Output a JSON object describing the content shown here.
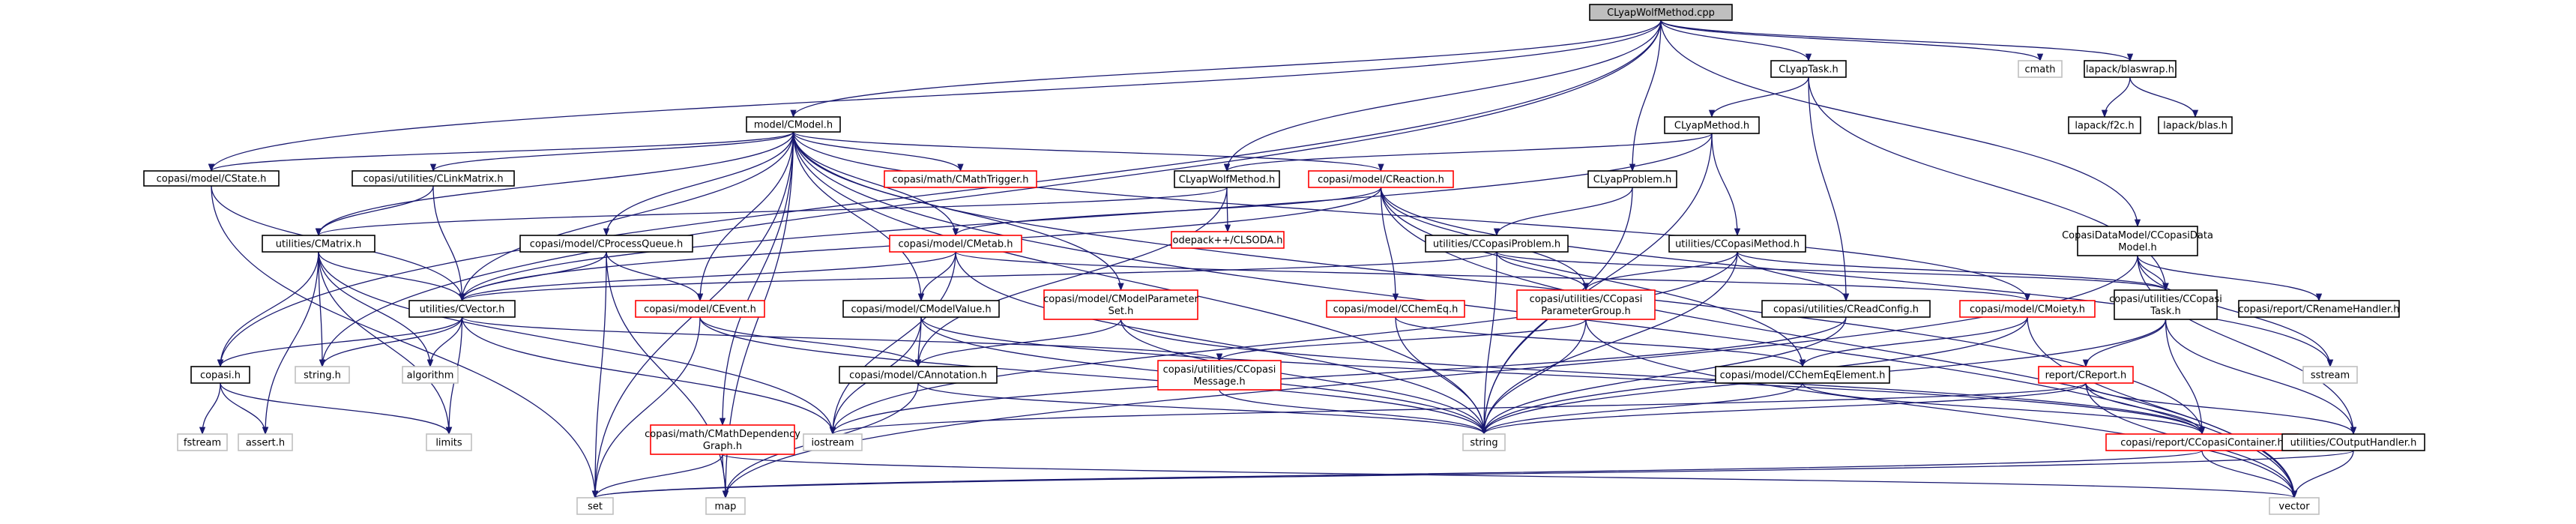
{
  "diagram": {
    "colors": {
      "edge": "#191970",
      "root_fill": "#bfbfbf",
      "doc_border": "#000000",
      "missing_border": "#ff0000",
      "system_border": "#bfbfbf",
      "system_text": "#7f7f7f"
    },
    "nodes": [
      {
        "id": "root",
        "lines": [
          "CLyapWolfMethod.cpp"
        ],
        "kind": "root"
      },
      {
        "id": "cmodel",
        "lines": [
          "model/CModel.h"
        ],
        "kind": "doc"
      },
      {
        "id": "clyaptask",
        "lines": [
          "CLyapTask.h"
        ],
        "kind": "doc"
      },
      {
        "id": "cmath",
        "lines": [
          "cmath"
        ],
        "kind": "system"
      },
      {
        "id": "blaswrap",
        "lines": [
          "lapack/blaswrap.h"
        ],
        "kind": "doc"
      },
      {
        "id": "clyapmethod",
        "lines": [
          "CLyapMethod.h"
        ],
        "kind": "doc"
      },
      {
        "id": "f2c",
        "lines": [
          "lapack/f2c.h"
        ],
        "kind": "doc"
      },
      {
        "id": "blas",
        "lines": [
          "lapack/blas.h"
        ],
        "kind": "doc"
      },
      {
        "id": "cstate",
        "lines": [
          "copasi/model/CState.h"
        ],
        "kind": "doc"
      },
      {
        "id": "clinkmatrix",
        "lines": [
          "copasi/utilities/CLinkMatrix.h"
        ],
        "kind": "doc"
      },
      {
        "id": "cmathtrigger",
        "lines": [
          "copasi/math/CMathTrigger.h"
        ],
        "kind": "missing"
      },
      {
        "id": "clyapwolf",
        "lines": [
          "CLyapWolfMethod.h"
        ],
        "kind": "doc"
      },
      {
        "id": "creaction",
        "lines": [
          "copasi/model/CReaction.h"
        ],
        "kind": "missing"
      },
      {
        "id": "clyapproblem",
        "lines": [
          "CLyapProblem.h"
        ],
        "kind": "doc"
      },
      {
        "id": "cmatrix",
        "lines": [
          "utilities/CMatrix.h"
        ],
        "kind": "doc"
      },
      {
        "id": "cprocessqueue",
        "lines": [
          "copasi/model/CProcessQueue.h"
        ],
        "kind": "doc"
      },
      {
        "id": "clsoda",
        "lines": [
          "odepack++/CLSODA.h"
        ],
        "kind": "missing"
      },
      {
        "id": "cmetab",
        "lines": [
          "copasi/model/CMetab.h"
        ],
        "kind": "missing"
      },
      {
        "id": "ccopasiproblem",
        "lines": [
          "utilities/CCopasiProblem.h"
        ],
        "kind": "doc"
      },
      {
        "id": "ccopasimethod",
        "lines": [
          "utilities/CCopasiMethod.h"
        ],
        "kind": "doc"
      },
      {
        "id": "copasidatamodel",
        "lines": [
          "CopasiDataModel/CCopasiData",
          "Model.h"
        ],
        "kind": "doc"
      },
      {
        "id": "cvector",
        "lines": [
          "utilities/CVector.h"
        ],
        "kind": "doc"
      },
      {
        "id": "cevent",
        "lines": [
          "copasi/model/CEvent.h"
        ],
        "kind": "missing"
      },
      {
        "id": "cmodelvalue",
        "lines": [
          "copasi/model/CModelValue.h"
        ],
        "kind": "doc"
      },
      {
        "id": "cmodelparamset",
        "lines": [
          "copasi/model/CModelParameter",
          "Set.h"
        ],
        "kind": "missing"
      },
      {
        "id": "cchemeq",
        "lines": [
          "copasi/model/CChemEq.h"
        ],
        "kind": "missing"
      },
      {
        "id": "ccopasiparamgroup",
        "lines": [
          "copasi/utilities/CCopasi",
          "ParameterGroup.h"
        ],
        "kind": "missing"
      },
      {
        "id": "creadconfig",
        "lines": [
          "copasi/utilities/CReadConfig.h"
        ],
        "kind": "doc"
      },
      {
        "id": "cmoiety",
        "lines": [
          "copasi/model/CMoiety.h"
        ],
        "kind": "missing"
      },
      {
        "id": "ccopasitask",
        "lines": [
          "copasi/utilities/CCopasi",
          "Task.h"
        ],
        "kind": "doc"
      },
      {
        "id": "crenamehandler",
        "lines": [
          "copasi/report/CRenameHandler.h"
        ],
        "kind": "doc"
      },
      {
        "id": "copasih",
        "lines": [
          "copasi.h"
        ],
        "kind": "doc"
      },
      {
        "id": "stringh",
        "lines": [
          "string.h"
        ],
        "kind": "system"
      },
      {
        "id": "algorithm",
        "lines": [
          "algorithm"
        ],
        "kind": "system"
      },
      {
        "id": "cannotation",
        "lines": [
          "copasi/model/CAnnotation.h"
        ],
        "kind": "doc"
      },
      {
        "id": "ccopasimessage",
        "lines": [
          "copasi/utilities/CCopasi",
          "Message.h"
        ],
        "kind": "missing"
      },
      {
        "id": "cchemeqelement",
        "lines": [
          "copasi/model/CChemEqElement.h"
        ],
        "kind": "doc"
      },
      {
        "id": "sstream",
        "lines": [
          "sstream"
        ],
        "kind": "system"
      },
      {
        "id": "creport",
        "lines": [
          "report/CReport.h"
        ],
        "kind": "missing"
      },
      {
        "id": "fstream",
        "lines": [
          "fstream"
        ],
        "kind": "system"
      },
      {
        "id": "asserth",
        "lines": [
          "assert.h"
        ],
        "kind": "system"
      },
      {
        "id": "limits",
        "lines": [
          "limits"
        ],
        "kind": "system"
      },
      {
        "id": "iostream",
        "lines": [
          "iostream"
        ],
        "kind": "system"
      },
      {
        "id": "cmathdepgraph",
        "lines": [
          "copasi/math/CMathDependency",
          "Graph.h"
        ],
        "kind": "missing"
      },
      {
        "id": "string",
        "lines": [
          "string"
        ],
        "kind": "system"
      },
      {
        "id": "ccopasicontainer",
        "lines": [
          "copasi/report/CCopasiContainer.h"
        ],
        "kind": "missing"
      },
      {
        "id": "coutputhandler",
        "lines": [
          "utilities/COutputHandler.h"
        ],
        "kind": "doc"
      },
      {
        "id": "set",
        "lines": [
          "set"
        ],
        "kind": "system"
      },
      {
        "id": "map",
        "lines": [
          "map"
        ],
        "kind": "system"
      },
      {
        "id": "vector",
        "lines": [
          "vector"
        ],
        "kind": "system"
      }
    ],
    "edges": [
      [
        "root",
        "cmodel"
      ],
      [
        "root",
        "clyaptask"
      ],
      [
        "root",
        "cmath"
      ],
      [
        "root",
        "blaswrap"
      ],
      [
        "root",
        "clyapwolf"
      ],
      [
        "root",
        "clyapproblem"
      ],
      [
        "root",
        "copasidatamodel"
      ],
      [
        "root",
        "cstate"
      ],
      [
        "root",
        "copasih"
      ],
      [
        "root",
        "stringh"
      ],
      [
        "blaswrap",
        "f2c"
      ],
      [
        "blaswrap",
        "blas"
      ],
      [
        "clyaptask",
        "clyapmethod"
      ],
      [
        "clyaptask",
        "ccopasitask"
      ],
      [
        "clyaptask",
        "creadconfig"
      ],
      [
        "clyapmethod",
        "clyapwolf"
      ],
      [
        "clyapmethod",
        "ccopasimethod"
      ],
      [
        "clyapmethod",
        "string"
      ],
      [
        "clyapmethod",
        "cvector"
      ],
      [
        "clyapwolf",
        "clsoda"
      ],
      [
        "clyapwolf",
        "cmatrix"
      ],
      [
        "clyapwolf",
        "cannotation"
      ],
      [
        "cmodel",
        "cstate"
      ],
      [
        "cmodel",
        "clinkmatrix"
      ],
      [
        "cmodel",
        "cmathtrigger"
      ],
      [
        "cmodel",
        "creaction"
      ],
      [
        "cmodel",
        "cmatrix"
      ],
      [
        "cmodel",
        "cprocessqueue"
      ],
      [
        "cmodel",
        "cmetab"
      ],
      [
        "cmodel",
        "cmodelvalue"
      ],
      [
        "cmodel",
        "cmodelparamset"
      ],
      [
        "cmodel",
        "cevent"
      ],
      [
        "cmodel",
        "cvector"
      ],
      [
        "cmodel",
        "cmathdepgraph"
      ],
      [
        "cmodel",
        "cmoiety"
      ],
      [
        "cmodel",
        "ccopasicontainer"
      ],
      [
        "cmodel",
        "string"
      ],
      [
        "cmodel",
        "set"
      ],
      [
        "cmodel",
        "map"
      ],
      [
        "cmodel",
        "vector"
      ],
      [
        "cstate",
        "cvector"
      ],
      [
        "cstate",
        "set"
      ],
      [
        "clinkmatrix",
        "cmatrix"
      ],
      [
        "clinkmatrix",
        "cvector"
      ],
      [
        "creaction",
        "cchemeq"
      ],
      [
        "creaction",
        "ccopasiparamgroup"
      ],
      [
        "creaction",
        "cmetab"
      ],
      [
        "creaction",
        "cchemeqelement"
      ],
      [
        "creaction",
        "cvector"
      ],
      [
        "creaction",
        "sstream"
      ],
      [
        "creaction",
        "vector"
      ],
      [
        "cmatrix",
        "cvector"
      ],
      [
        "cmatrix",
        "copasih"
      ],
      [
        "cmatrix",
        "stringh"
      ],
      [
        "cmatrix",
        "algorithm"
      ],
      [
        "cmatrix",
        "asserth"
      ],
      [
        "cmatrix",
        "iostream"
      ],
      [
        "cmatrix",
        "limits"
      ],
      [
        "cprocessqueue",
        "cvector"
      ],
      [
        "cprocessqueue",
        "cevent"
      ],
      [
        "cprocessqueue",
        "map"
      ],
      [
        "cprocessqueue",
        "set"
      ],
      [
        "cmetab",
        "cmodelvalue"
      ],
      [
        "cmetab",
        "cmoiety"
      ],
      [
        "cmetab",
        "cvector"
      ],
      [
        "cmetab",
        "string"
      ],
      [
        "cmetab",
        "iostream"
      ],
      [
        "clyapproblem",
        "ccopasiproblem"
      ],
      [
        "clyapproblem",
        "string"
      ],
      [
        "ccopasiproblem",
        "ccopasiparamgroup"
      ],
      [
        "ccopasiproblem",
        "ccopasitask"
      ],
      [
        "ccopasiproblem",
        "string"
      ],
      [
        "ccopasiproblem",
        "cvector"
      ],
      [
        "ccopasimethod",
        "ccopasiparamgroup"
      ],
      [
        "ccopasimethod",
        "creadconfig"
      ],
      [
        "ccopasimethod",
        "ccopasitask"
      ],
      [
        "ccopasimethod",
        "string"
      ],
      [
        "ccopasimethod",
        "iostream"
      ],
      [
        "copasidatamodel",
        "ccopasitask"
      ],
      [
        "copasidatamodel",
        "crenamehandler"
      ],
      [
        "copasidatamodel",
        "coutputhandler"
      ],
      [
        "copasidatamodel",
        "map"
      ],
      [
        "copasidatamodel",
        "sstream"
      ],
      [
        "cvector",
        "copasih"
      ],
      [
        "cvector",
        "stringh"
      ],
      [
        "cvector",
        "algorithm"
      ],
      [
        "cvector",
        "limits"
      ],
      [
        "cvector",
        "iostream"
      ],
      [
        "cvector",
        "ccopasimessage"
      ],
      [
        "cevent",
        "cannotation"
      ],
      [
        "cevent",
        "set"
      ],
      [
        "cevent",
        "string"
      ],
      [
        "cmodelvalue",
        "cannotation"
      ],
      [
        "cmodelvalue",
        "iostream"
      ],
      [
        "cmodelvalue",
        "string"
      ],
      [
        "cmodelvalue",
        "ccopasicontainer"
      ],
      [
        "cmodelparamset",
        "cannotation"
      ],
      [
        "cmodelparamset",
        "string"
      ],
      [
        "cmodelparamset",
        "ccopasicontainer"
      ],
      [
        "cchemeq",
        "cchemeqelement"
      ],
      [
        "cchemeq",
        "string"
      ],
      [
        "ccopasiparamgroup",
        "ccopasimessage"
      ],
      [
        "ccopasiparamgroup",
        "string"
      ],
      [
        "ccopasiparamgroup",
        "vector"
      ],
      [
        "creadconfig",
        "iostream"
      ],
      [
        "creadconfig",
        "string"
      ],
      [
        "cmoiety",
        "cchemeqelement"
      ],
      [
        "cmoiety",
        "string"
      ],
      [
        "cmoiety",
        "vector"
      ],
      [
        "ccopasitask",
        "creport"
      ],
      [
        "ccopasitask",
        "ccopasicontainer"
      ],
      [
        "ccopasitask",
        "coutputhandler"
      ],
      [
        "ccopasitask",
        "string"
      ],
      [
        "copasih",
        "fstream"
      ],
      [
        "copasih",
        "asserth"
      ],
      [
        "copasih",
        "limits"
      ],
      [
        "cannotation",
        "string"
      ],
      [
        "cannotation",
        "map"
      ],
      [
        "ccopasimessage",
        "string"
      ],
      [
        "cchemeqelement",
        "ccopasicontainer"
      ],
      [
        "cchemeqelement",
        "string"
      ],
      [
        "creport",
        "ccopasicontainer"
      ],
      [
        "creport",
        "coutputhandler"
      ],
      [
        "creport",
        "iostream"
      ],
      [
        "creport",
        "string"
      ],
      [
        "creport",
        "vector"
      ],
      [
        "cmathdepgraph",
        "set"
      ],
      [
        "cmathdepgraph",
        "map"
      ],
      [
        "cmathdepgraph",
        "vector"
      ],
      [
        "ccopasicontainer",
        "set"
      ],
      [
        "ccopasicontainer",
        "vector"
      ],
      [
        "coutputhandler",
        "set"
      ],
      [
        "coutputhandler",
        "vector"
      ]
    ]
  }
}
